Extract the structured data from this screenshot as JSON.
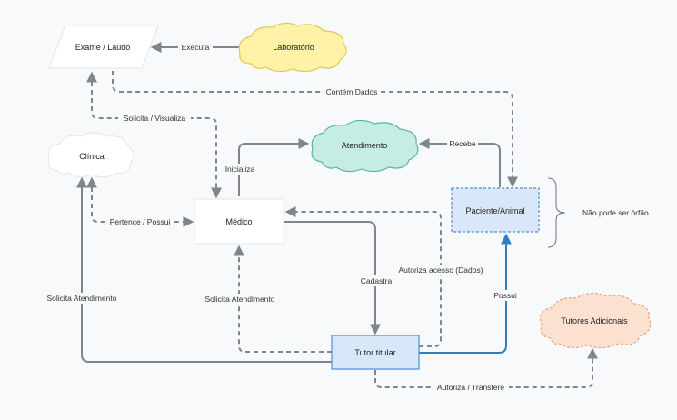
{
  "nodes": {
    "exame": "Exame / Laudo",
    "laboratorio": "Laboratório",
    "clinica": "Clínica",
    "atendimento": "Atendimento",
    "medico": "Médico",
    "paciente": "Paciente/Animal",
    "tutor": "Tutor titular",
    "tutores_adicionais": "Tutores Adicionais"
  },
  "edges": {
    "executa": "Executa",
    "contem_dados": "Contém Dados",
    "solicita_visualiza": "Solicita / Visualiza",
    "inicializa": "Inicializa",
    "recebe": "Recebe",
    "pertence_possui": "Pertence / Possui",
    "cadastra": "Cadastra",
    "autoriza_acesso": "Autoriza acesso (Dados)",
    "solicita_atendimento_1": "Solicita Atendimento",
    "solicita_atendimento_2": "Solicita Atendimento",
    "possui": "Possui",
    "autoriza_transfere": "Autoriza / Transfere"
  },
  "annotations": {
    "nao_orfao": "Não pode ser órfão"
  },
  "colors": {
    "edge_gray": "#7d868f",
    "edge_blue": "#2f7fc1",
    "lab_fill": "#fff1a6",
    "lab_stroke": "#e5c84f",
    "atend_fill": "#c5ede6",
    "atend_stroke": "#58b3a4",
    "tutores_fill": "#fde1d0",
    "tutores_stroke": "#eba57d",
    "blue_fill": "#d9e8f8",
    "blue_stroke": "#4c8fd6"
  }
}
